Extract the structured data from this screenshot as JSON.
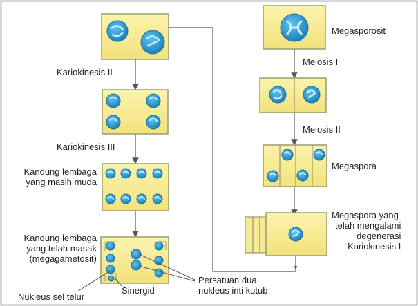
{
  "labels": {
    "megasporosit": "Megasporosit",
    "meiosis_1": "Meiosis I",
    "meiosis_2": "Meiosis II",
    "megaspora": "Megaspora",
    "megaspora_degenerasi": [
      "Megaspora yang",
      "telah mengalami",
      "degenerasi",
      "Kariokinesis I"
    ],
    "kariokinesis_2": "Kariokinesis II",
    "kariokinesis_3": "Kariokinesis III",
    "kandung_muda": [
      "Kandung lembaga",
      "yang masih muda"
    ],
    "kandung_masak": [
      "Kandung lembaga",
      "yang telah masak",
      "(megagametosit)"
    ],
    "nukleus_sel_telur": "Nukleus sel telur",
    "sinergid": "Sinergid",
    "persatuan_inti": [
      "Persatuan dua",
      "nukleus inti kutub"
    ]
  },
  "colors": {
    "cell_fill": "#f9ef9a",
    "cell_border": "#9b9b6e",
    "nucleus": "#2a9bd5",
    "nucleus_dark": "#1a6e9f",
    "arrow": "#555555",
    "frame": "#666666"
  }
}
